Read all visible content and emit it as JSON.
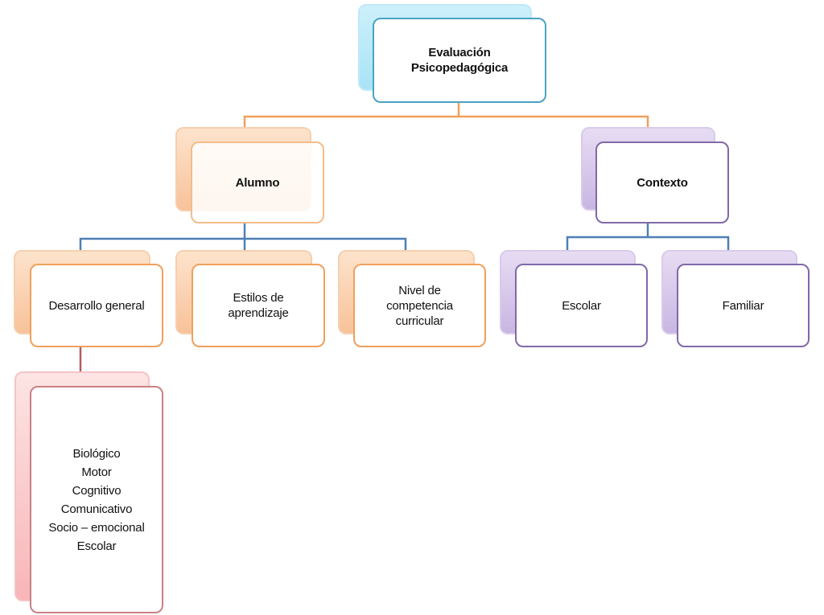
{
  "colors": {
    "blue": "#4aa3c3",
    "orange": "#f0a05c",
    "purple": "#8069a8",
    "red": "#c98085",
    "connector_orange": "#f0a05c",
    "connector_blue": "#4f7fb5",
    "connector_red": "#b55a5e"
  },
  "root": {
    "lines": [
      "Evaluación",
      "Psicopedagógica"
    ]
  },
  "alumno": {
    "label": "Alumno"
  },
  "contexto": {
    "label": "Contexto"
  },
  "desarrollo": {
    "label": "Desarrollo general"
  },
  "estilos": {
    "lines": [
      "Estilos de",
      "aprendizaje"
    ]
  },
  "nivel": {
    "lines": [
      "Nivel de",
      "competencia",
      "curricular"
    ]
  },
  "escolar": {
    "label": "Escolar"
  },
  "familiar": {
    "label": "Familiar"
  },
  "areas": {
    "lines": [
      "Biológico",
      "Motor",
      "Cognitivo",
      "Comunicativo",
      "Socio – emocional",
      "Escolar"
    ]
  }
}
